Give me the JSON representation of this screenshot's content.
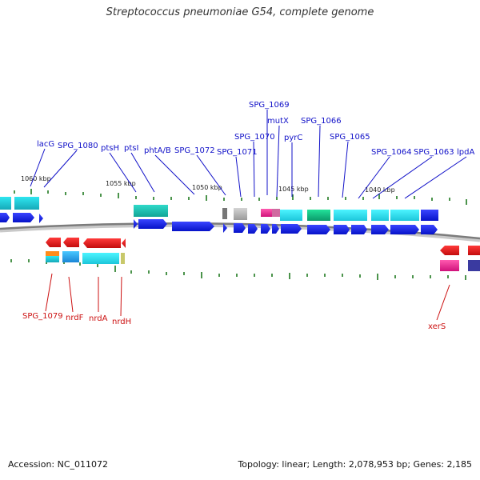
{
  "title": "Streptococcus pneumoniae G54, complete genome",
  "footer": {
    "accession": "Accession: NC_011072",
    "summary": "Topology: linear; Length: 2,078,953 bp; Genes: 2,185"
  },
  "scale_labels": [
    "1060 kbp",
    "1055 kbp",
    "1050 kbp",
    "1045 kbp",
    "1040 kbp"
  ],
  "top_genes": [
    "lacG",
    "SPG_1080",
    "ptsH",
    "ptsI",
    "phtA/B",
    "SPG_1072",
    "SPG_1071",
    "SPG_1070",
    "SPG_1069",
    "mutX",
    "pyrC",
    "SPG_1066",
    "SPG_1065",
    "SPG_1064",
    "SPG_1063",
    "lpdA"
  ],
  "bottom_genes": [
    "SPG_1079",
    "nrdF",
    "nrdA",
    "nrdH",
    "xerS"
  ],
  "colors": {
    "top_label": "#1010c8",
    "bottom_label": "#cc1111",
    "forward_arrow": "#0a14e0",
    "reverse_arrow": "#e01818",
    "backbone": "#8a8a8a",
    "tick": "#1f7a1f"
  }
}
